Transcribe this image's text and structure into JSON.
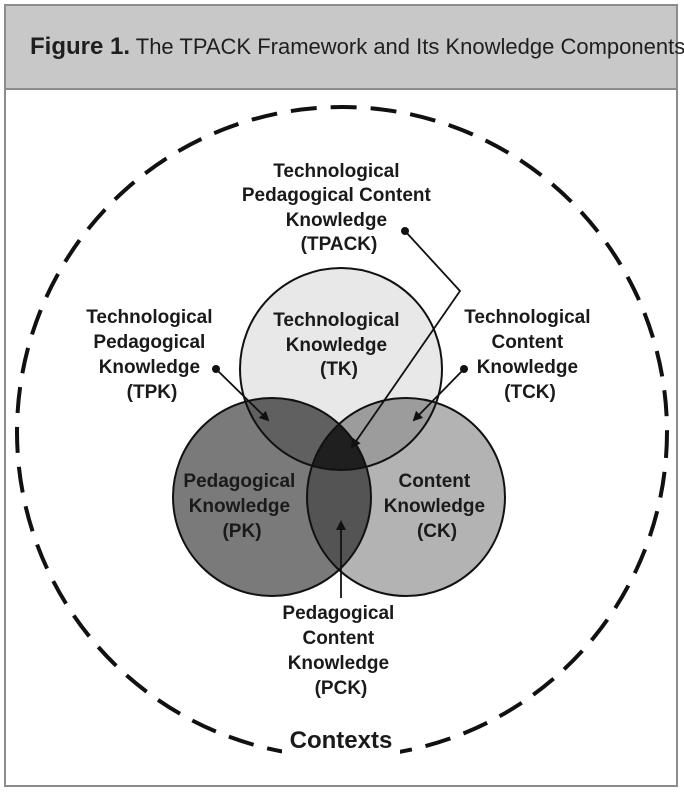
{
  "header": {
    "figure_label": "Figure 1.",
    "title": "The TPACK Framework and Its Knowledge Components"
  },
  "contexts_label": "Contexts",
  "circles": {
    "tk": [
      "Technological",
      "Knowledge",
      "(TK)"
    ],
    "pk": [
      "Pedagogical",
      "Knowledge",
      "(PK)"
    ],
    "ck": [
      "Content",
      "Knowledge",
      "(CK)"
    ]
  },
  "callouts": {
    "tpack": [
      "Technological",
      "Pedagogical Content",
      "Knowledge",
      "(TPACK)"
    ],
    "tpk": [
      "Technological",
      "Pedagogical",
      "Knowledge",
      "(TPK)"
    ],
    "tck": [
      "Technological",
      "Content",
      "Knowledge",
      "(TCK)"
    ],
    "pck": [
      "Pedagogical",
      "Content",
      "Knowledge",
      "(PCK)"
    ]
  },
  "colors": {
    "header_bg": "#c8c8c8",
    "tk_fill": "#e8e8e8",
    "pk_fill": "#7a7a7a",
    "ck_fill": "#b3b3b3",
    "tpk_fill": "#606060",
    "tck_fill": "#9c9c9c",
    "pck_fill": "#545454",
    "tpack_fill": "#1f1f1f"
  }
}
